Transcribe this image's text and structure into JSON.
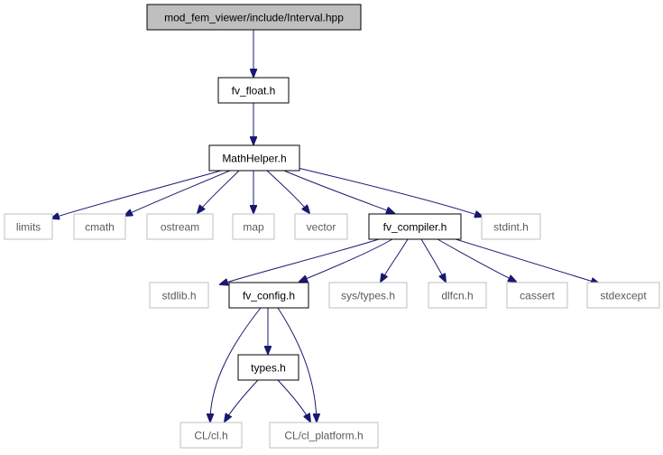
{
  "nodes": [
    {
      "id": "interval",
      "label": "mod_fem_viewer/include/Interval.hpp",
      "kind": "root"
    },
    {
      "id": "fv_float",
      "label": "fv_float.h",
      "kind": "file"
    },
    {
      "id": "mathhelper",
      "label": "MathHelper.h",
      "kind": "file"
    },
    {
      "id": "limits",
      "label": "limits",
      "kind": "external"
    },
    {
      "id": "cmath",
      "label": "cmath",
      "kind": "external"
    },
    {
      "id": "ostream",
      "label": "ostream",
      "kind": "external"
    },
    {
      "id": "map",
      "label": "map",
      "kind": "external"
    },
    {
      "id": "vector",
      "label": "vector",
      "kind": "external"
    },
    {
      "id": "fv_compiler",
      "label": "fv_compiler.h",
      "kind": "file"
    },
    {
      "id": "stdint",
      "label": "stdint.h",
      "kind": "external"
    },
    {
      "id": "stdlib",
      "label": "stdlib.h",
      "kind": "external"
    },
    {
      "id": "fv_config",
      "label": "fv_config.h",
      "kind": "file"
    },
    {
      "id": "sys_types",
      "label": "sys/types.h",
      "kind": "external"
    },
    {
      "id": "dlfcn",
      "label": "dlfcn.h",
      "kind": "external"
    },
    {
      "id": "cassert",
      "label": "cassert",
      "kind": "external"
    },
    {
      "id": "stdexcept",
      "label": "stdexcept",
      "kind": "external"
    },
    {
      "id": "types",
      "label": "types.h",
      "kind": "file"
    },
    {
      "id": "cl",
      "label": "CL/cl.h",
      "kind": "external"
    },
    {
      "id": "cl_platform",
      "label": "CL/cl_platform.h",
      "kind": "external"
    }
  ],
  "edges": [
    {
      "from": "interval",
      "to": "fv_float"
    },
    {
      "from": "fv_float",
      "to": "mathhelper"
    },
    {
      "from": "mathhelper",
      "to": "limits"
    },
    {
      "from": "mathhelper",
      "to": "cmath"
    },
    {
      "from": "mathhelper",
      "to": "ostream"
    },
    {
      "from": "mathhelper",
      "to": "map"
    },
    {
      "from": "mathhelper",
      "to": "vector"
    },
    {
      "from": "mathhelper",
      "to": "fv_compiler"
    },
    {
      "from": "mathhelper",
      "to": "stdint"
    },
    {
      "from": "fv_compiler",
      "to": "stdlib"
    },
    {
      "from": "fv_compiler",
      "to": "fv_config"
    },
    {
      "from": "fv_compiler",
      "to": "sys_types"
    },
    {
      "from": "fv_compiler",
      "to": "dlfcn"
    },
    {
      "from": "fv_compiler",
      "to": "cassert"
    },
    {
      "from": "fv_compiler",
      "to": "stdexcept"
    },
    {
      "from": "fv_config",
      "to": "types"
    },
    {
      "from": "fv_config",
      "to": "cl"
    },
    {
      "from": "fv_config",
      "to": "cl_platform"
    },
    {
      "from": "types",
      "to": "cl"
    },
    {
      "from": "types",
      "to": "cl_platform"
    }
  ],
  "colors": {
    "edge": "#191970",
    "root_fill": "#bfbfbf",
    "external_border": "#bfbfbf"
  }
}
